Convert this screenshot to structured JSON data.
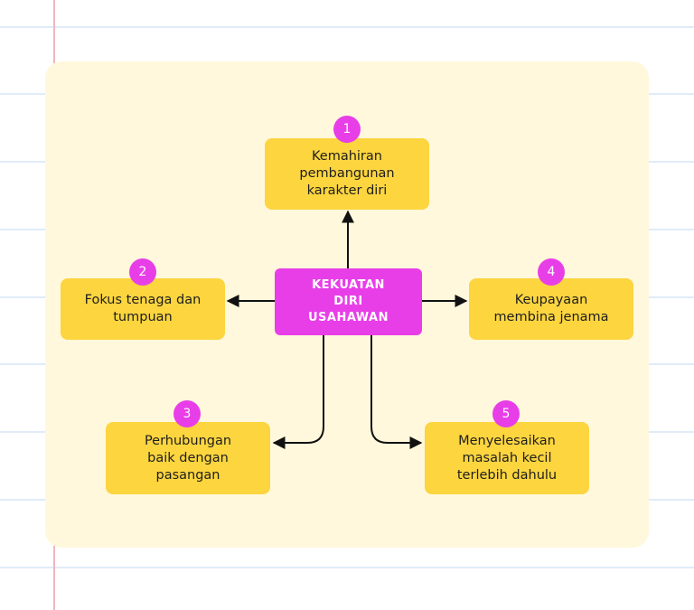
{
  "center": {
    "label": "KEKUATAN\nDIRI\nUSAHAWAN"
  },
  "items": [
    {
      "number": "1",
      "text": "Kemahiran\npembangunan\nkarakter diri"
    },
    {
      "number": "2",
      "text": "Fokus tenaga dan\ntumpuan"
    },
    {
      "number": "3",
      "text": "Perhubungan\nbaik dengan\npasangan"
    },
    {
      "number": "4",
      "text": "Keupayaan\nmembina jenama"
    },
    {
      "number": "5",
      "text": "Menyelesaikan\nmasalah kecil\nterlebih dahulu"
    }
  ],
  "colors": {
    "box": "#fcd53f",
    "center": "#e83ee8",
    "badge": "#e83ee8",
    "card": "#fff8dc",
    "rule_line": "#d6e6f5",
    "margin_line": "#f2b5bd"
  }
}
